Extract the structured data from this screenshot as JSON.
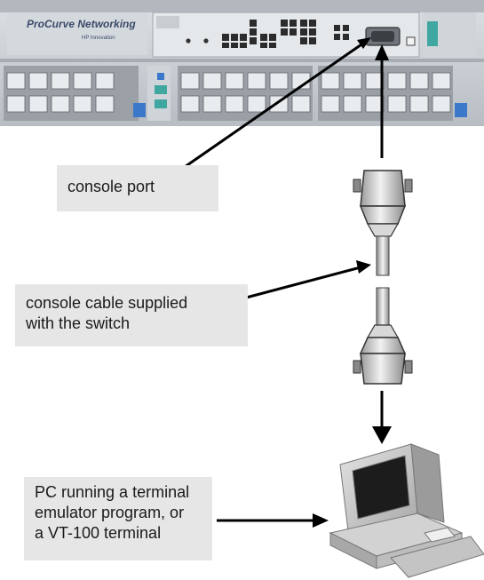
{
  "switch": {
    "brand": "ProCurve Networking",
    "tagline": "HP Innovation"
  },
  "callouts": {
    "console_port": {
      "lines": [
        "console port"
      ]
    },
    "console_cable": {
      "lines": [
        "console cable supplied",
        "with the switch"
      ]
    },
    "pc_terminal": {
      "lines": [
        "PC running a terminal",
        "emulator program, or",
        "a VT-100 terminal"
      ]
    }
  },
  "colors": {
    "switch_body": "#c8cdd2",
    "switch_panel": "#dfe3e6",
    "port_block": "#9aa0a6",
    "indicator_blue": "#3b78c9",
    "indicator_teal": "#3fa6a0",
    "callout_bg": "#e6e6e6",
    "arrow": "#000000",
    "computer": "#c9c9c9"
  },
  "icons": [
    "serial-connector-icon",
    "computer-icon",
    "rj45-port-icon"
  ]
}
